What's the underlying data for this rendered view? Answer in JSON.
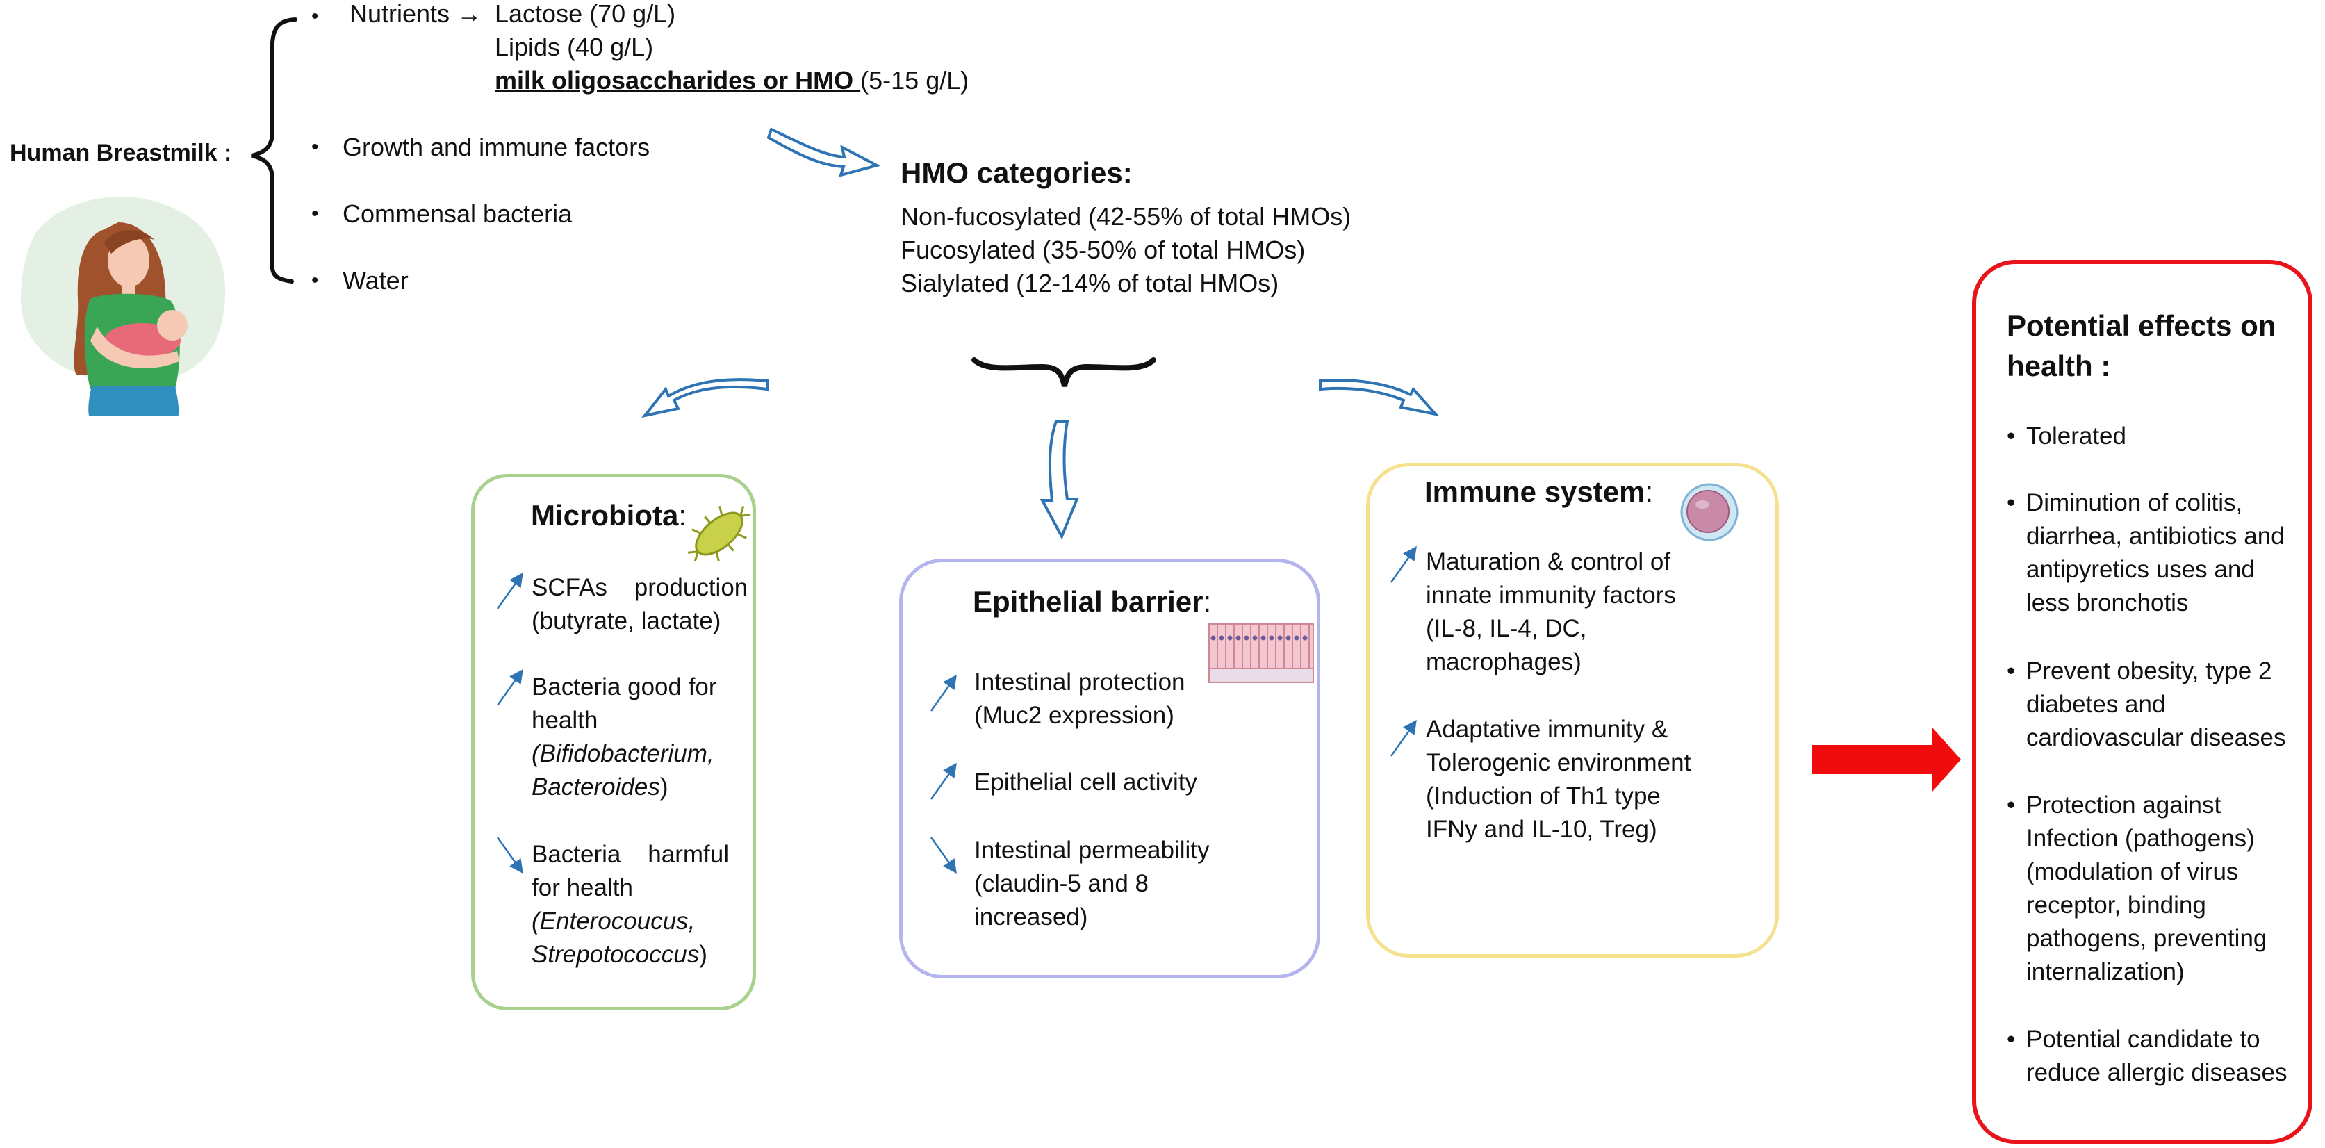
{
  "breastmilk": {
    "label": "Human Breastmilk :",
    "nutrients_label": "Nutrients",
    "nutrients": [
      "Lactose (70 g/L)",
      "Lipids (40 g/L)"
    ],
    "hmo_bold": "milk oligosaccharides or HMO ",
    "hmo_range": "(5-15 g/L)",
    "other_items": [
      "Growth and immune factors",
      "Commensal bacteria",
      "Water"
    ]
  },
  "hmo": {
    "title": "HMO categories",
    "colon": ":",
    "categories": [
      "Non-fucosylated (42-55% of total HMOs)",
      "Fucosylated (35-50% of total HMOs)",
      "Sialylated (12-14% of total HMOs)"
    ]
  },
  "microbiota": {
    "title": "Microbiota",
    "colon": ":",
    "items": [
      {
        "trend": "up",
        "lines": [
          "SCFAs    production",
          "(butyrate, lactate)"
        ]
      },
      {
        "trend": "up",
        "lines": [
          "Bacteria good for",
          "health"
        ],
        "italic_lines": [
          "(Bifidobacterium,",
          "Bacteroides"
        ],
        "close": ")"
      },
      {
        "trend": "down",
        "lines": [
          "Bacteria    harmful",
          "for health"
        ],
        "italic_lines": [
          "(Enterocoucus,",
          "Strepotococcus"
        ],
        "close": ")"
      }
    ]
  },
  "epithelial": {
    "title": "Epithelial barrier",
    "colon": ":",
    "items": [
      {
        "trend": "up",
        "lines": [
          "Intestinal protection",
          "(Muc2 expression)"
        ]
      },
      {
        "trend": "up",
        "lines": [
          "Epithelial cell activity"
        ]
      },
      {
        "trend": "down",
        "lines": [
          "Intestinal permeability",
          "(claudin-5 and 8",
          "increased)"
        ]
      }
    ]
  },
  "immune": {
    "title": "Immune system",
    "colon": ":",
    "items": [
      {
        "trend": "up",
        "lines": [
          "Maturation & control of",
          "innate immunity factors",
          "(IL-8, IL-4, DC,",
          "macrophages)"
        ]
      },
      {
        "trend": "up",
        "lines": [
          "Adaptative immunity &",
          "Tolerogenic environment",
          "(Induction of Th1 type",
          "IFNy and IL-10, Treg)"
        ]
      }
    ]
  },
  "effects": {
    "title_lines": [
      "Potential effects on",
      "health :"
    ],
    "items": [
      [
        "Tolerated"
      ],
      [
        "Diminution of colitis,",
        "diarrhea, antibiotics and",
        "antipyretics uses and",
        "less bronchotis"
      ],
      [
        "Prevent obesity, type 2",
        "diabetes and",
        "cardiovascular diseases"
      ],
      [
        "Protection against",
        "Infection (pathogens)",
        "(modulation of virus",
        "receptor, binding",
        "pathogens, preventing",
        "internalization)"
      ],
      [
        "Potential candidate to",
        "reduce allergic diseases"
      ]
    ]
  },
  "colors": {
    "arrow_blue": "#2e74b5",
    "microbiota_border": "#a9d18e",
    "epithelial_border": "#b4b4ee",
    "immune_border": "#f5e08c",
    "effects_border": "#e8141a",
    "big_arrow": "#f00c0c"
  },
  "icons": [
    "mother-baby-illustration",
    "bacterium-icon",
    "epithelial-cells-icon",
    "immune-cell-icon",
    "curly-brace-icon"
  ]
}
